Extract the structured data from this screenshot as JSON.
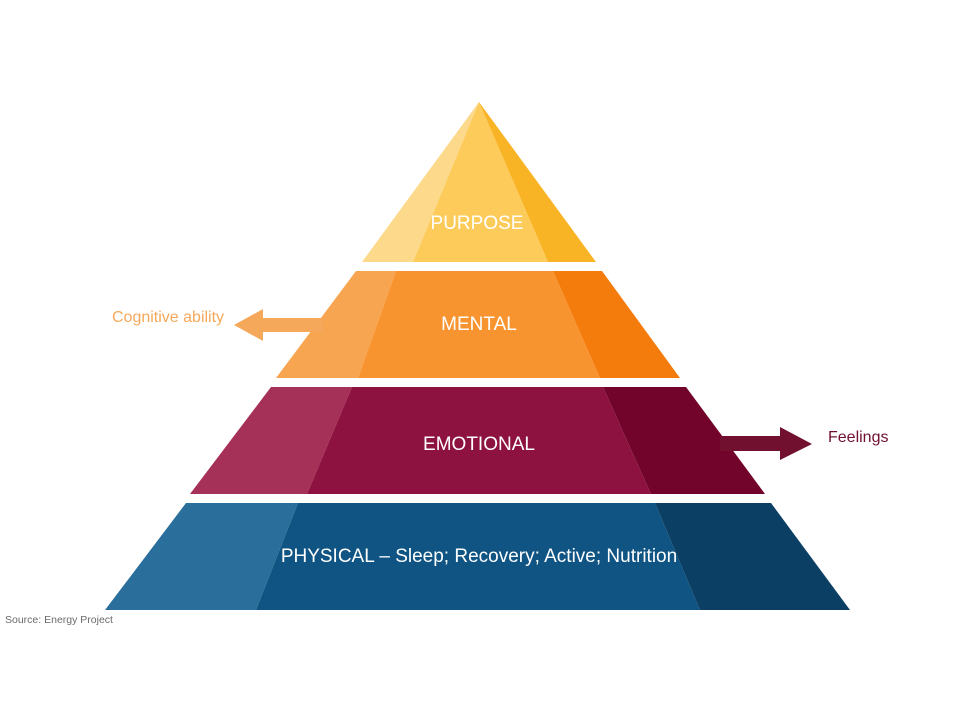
{
  "pyramid": {
    "layers": [
      {
        "label": "PURPOSE",
        "colors": {
          "left": "#FDD98C",
          "center": "#FDCB5A",
          "right": "#F9B425"
        }
      },
      {
        "label": "MENTAL",
        "colors": {
          "left": "#F8A552",
          "center": "#F89430",
          "right": "#F47C0C"
        }
      },
      {
        "label": "EMOTIONAL",
        "colors": {
          "left": "#A53058",
          "center": "#8E123F",
          "right": "#72032A"
        }
      },
      {
        "label": "PHYSICAL – Sleep; Recovery; Active; Nutrition",
        "colors": {
          "left": "#2A6E9C",
          "center": "#0F5483",
          "right": "#0B3F63"
        }
      }
    ]
  },
  "callouts": {
    "cognitive": {
      "label": "Cognitive ability",
      "color": "#F6A85A",
      "arrow_icon": "arrow-left-icon"
    },
    "feelings": {
      "label": "Feelings",
      "color": "#72112F",
      "arrow_icon": "arrow-right-icon"
    }
  },
  "source": "Source: Energy Project"
}
